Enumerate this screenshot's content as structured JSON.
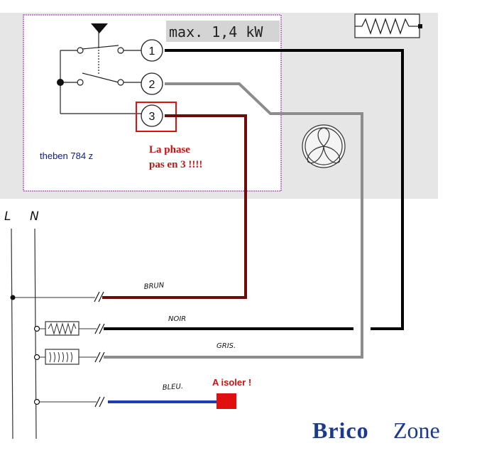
{
  "panel": {
    "rating_label": "max. 1,4 kW",
    "device_label": "theben 784  z",
    "terminals": [
      "1",
      "2",
      "3"
    ]
  },
  "annotations": {
    "phase_warning_line1": "La phase",
    "phase_warning_line2": "pas en 3 !!!!",
    "isolate_note": "A isoler !"
  },
  "supply": {
    "line_label": "L",
    "neutral_label": "N"
  },
  "wires": {
    "brown": "BRUN",
    "black": "NOIR",
    "grey": "GRIS.",
    "blue": "BLEU."
  },
  "logo": {
    "part1": "Brico",
    "part2": "Zone"
  },
  "colors": {
    "panel_bg": "#e6e6e6",
    "device_border": "#b040c0",
    "wire_brown": "#6e0a0a",
    "wire_black": "#000000",
    "wire_grey": "#8c8c8c",
    "wire_blue": "#1a3db5",
    "warning_red": "#cc1111",
    "terminal_box": "#e01010",
    "label_blue": "#0a1a9a",
    "logo_blue": "#1c3a8c"
  }
}
